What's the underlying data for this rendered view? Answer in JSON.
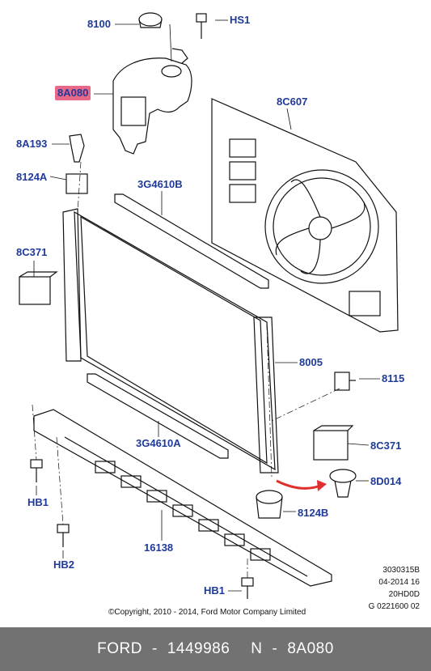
{
  "diagram": {
    "labels": {
      "p8100": "8100",
      "hs1_top": "HS1",
      "p8a080": "8A080",
      "p8c607": "8C607",
      "p8a193": "8A193",
      "p8124a": "8124A",
      "p3g4610b": "3G4610B",
      "p8c371_left": "8C371",
      "p8005": "8005",
      "p8115": "8115",
      "p3g4610a": "3G4610A",
      "p8c371_right": "8C371",
      "p8d014": "8D014",
      "hb1_left": "HB1",
      "p8124b": "8124B",
      "p16138": "16138",
      "hb2": "HB2",
      "hb1_bottom": "HB1"
    },
    "highlighted_part": "8A080",
    "highlight_color": "#e8688a",
    "label_color": "#1f3a9a",
    "arrow_color": "#e0302e",
    "reference_block": [
      "3030315B",
      "04-2014 16",
      "20HD0D",
      "G 0221600 02"
    ],
    "copyright": "©Copyright, 2010 - 2014, Ford Motor Company Limited"
  },
  "footer": {
    "brand": "FORD",
    "sep1": "-",
    "number": "1449986",
    "part_prefix": "N",
    "sep2": "-",
    "part_code": "8A080",
    "background": "#727272"
  }
}
